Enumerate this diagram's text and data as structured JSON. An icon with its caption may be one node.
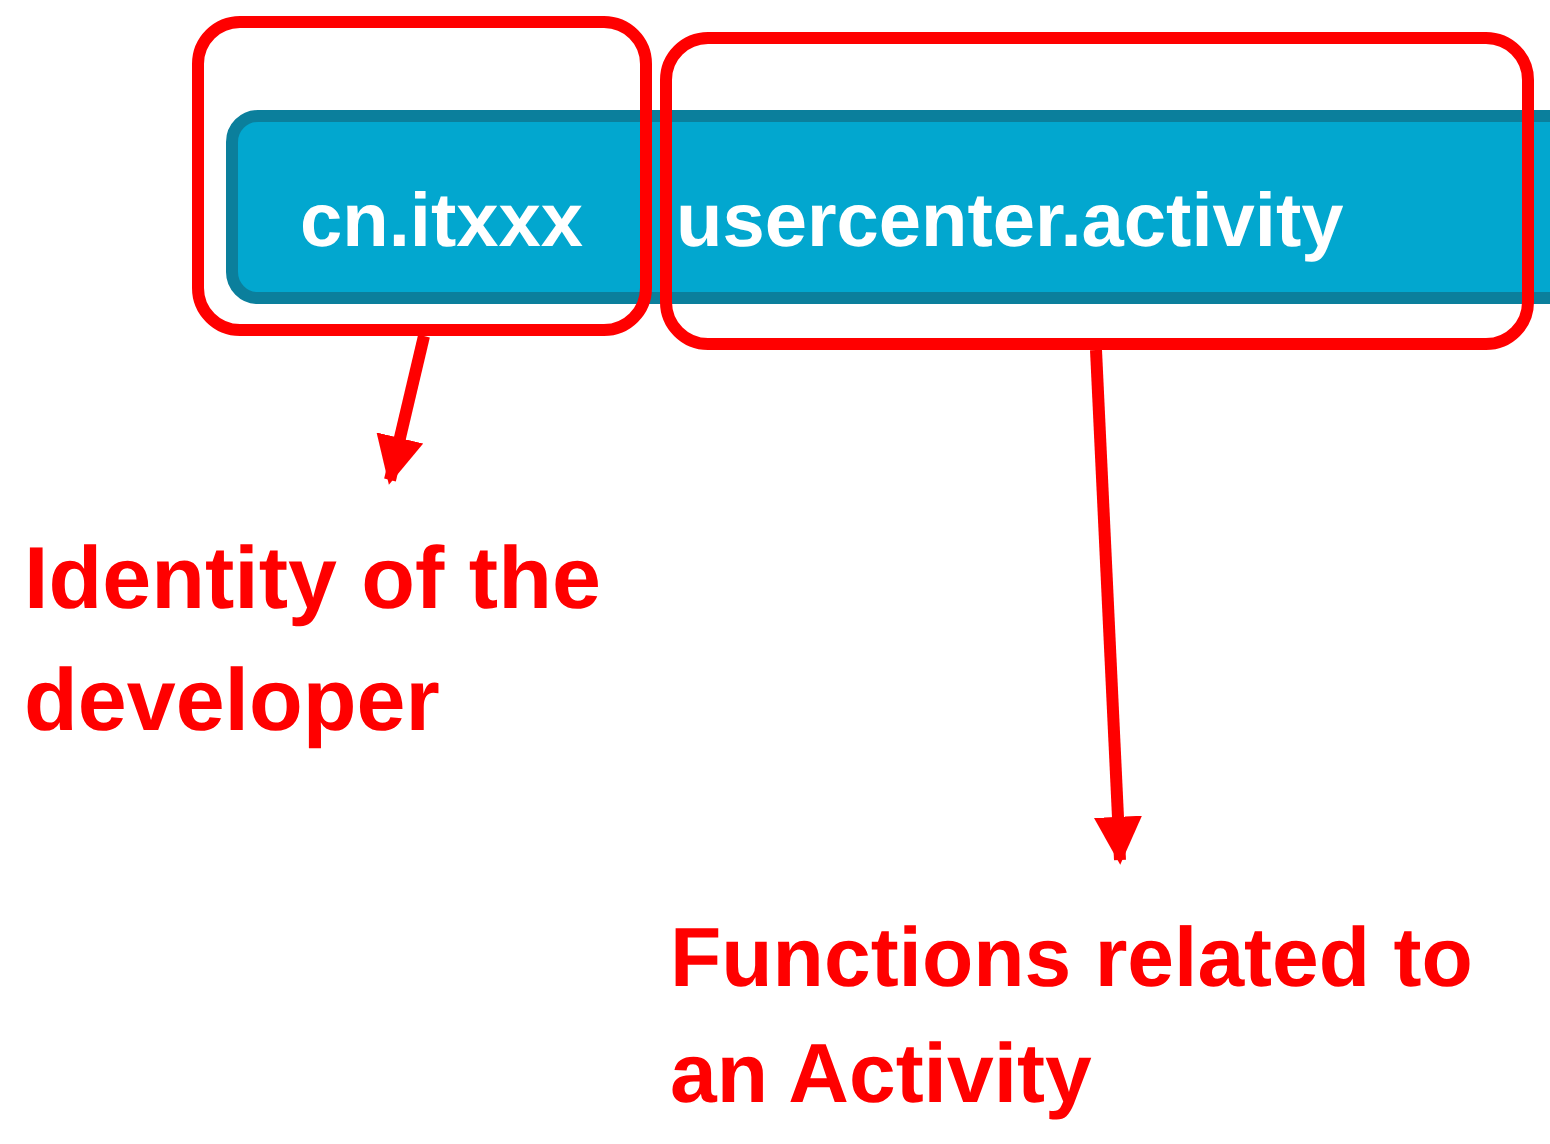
{
  "diagram": {
    "nodes": [
      {
        "text": [
          "cn.itxxx"
        ]
      },
      {
        "text": [
          "usercenter.activity"
        ]
      },
      {
        "text": [
          "Identity of the developer"
        ]
      },
      {
        "text": [
          "Functions related to an Activity"
        ]
      }
    ],
    "edges": [
      {
        "from": 0,
        "to": 2,
        "arrow": "to"
      },
      {
        "from": 1,
        "to": 3,
        "arrow": "to"
      }
    ]
  }
}
